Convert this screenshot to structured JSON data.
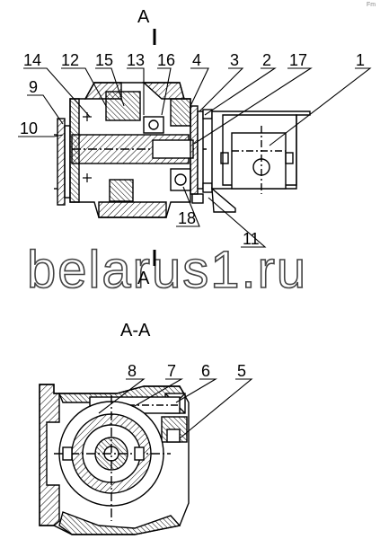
{
  "corner_mark": "Fm",
  "section": {
    "top_marker": "A",
    "bottom_marker": "A",
    "view_title": "A-A"
  },
  "callouts_top": [
    "14",
    "12",
    "15",
    "13",
    "16",
    "4",
    "3",
    "2",
    "17",
    "1",
    "9",
    "10",
    "18",
    "11"
  ],
  "callouts_bottom": [
    "8",
    "7",
    "6",
    "5"
  ],
  "watermark": "belarus1.ru"
}
